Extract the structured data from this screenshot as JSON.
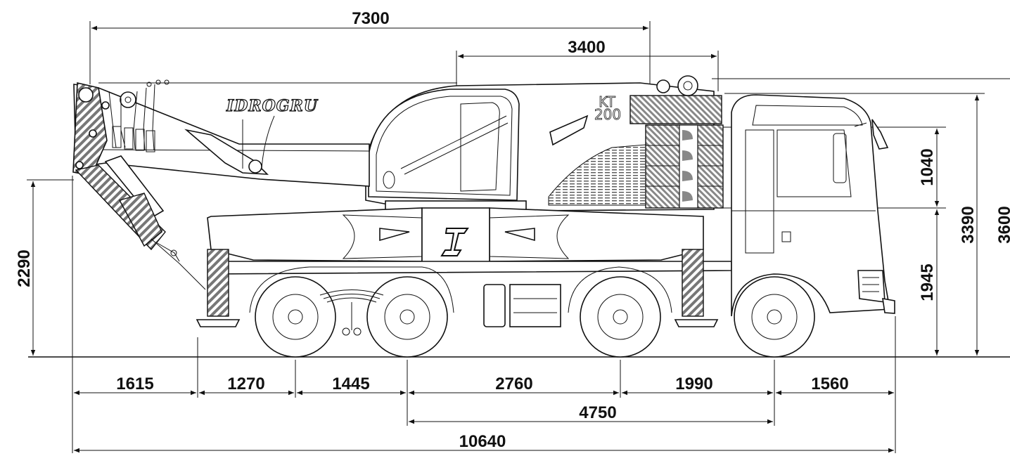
{
  "brand": {
    "logo_text": "IDROGRU",
    "model_line1": "KT",
    "model_line2": "200"
  },
  "dimensions": {
    "top_overall": "7300",
    "top_cabin": "3400",
    "bottom_segments": [
      "1615",
      "1270",
      "1445",
      "2760",
      "1990",
      "1560"
    ],
    "wheelbase": "4750",
    "total_length": "10640",
    "left_height": "2290",
    "counterweight_height": "1040",
    "deck_height": "1945",
    "cab_height": "3390",
    "overall_height": "3600"
  },
  "colors": {
    "line": "#111111",
    "hatch": "#888888",
    "background": "#ffffff"
  }
}
